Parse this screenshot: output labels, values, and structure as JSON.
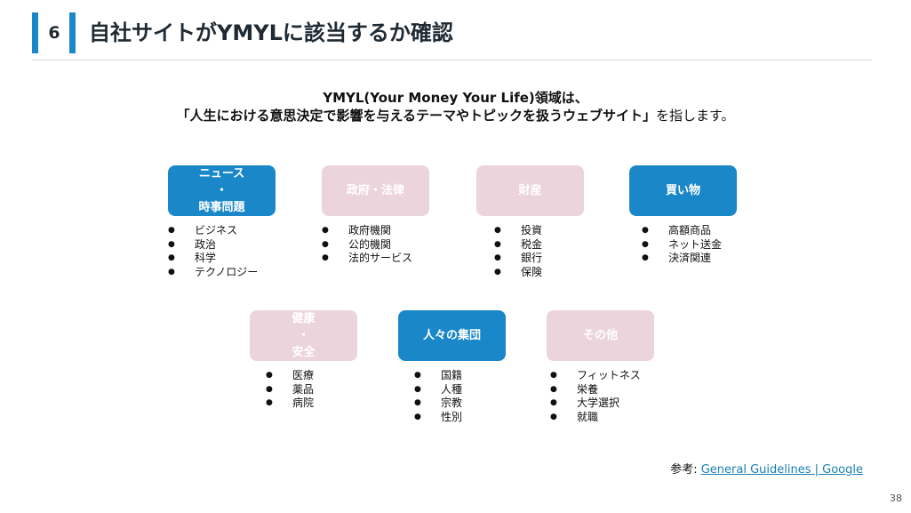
{
  "header": {
    "slide_number": "6",
    "title": "自社サイトがYMYLに該当するか確認"
  },
  "intro": {
    "line1": "YMYL(Your Money Your Life)領域は、",
    "line2_bold": "「人生における意思決定で影響を与えるテーマやトピックを扱うウェブサイト」",
    "line2_rest": "を指します。"
  },
  "categories": [
    {
      "label_lines": [
        "ニュース",
        "・",
        "時事問題"
      ],
      "style": "blue",
      "items": [
        "ビジネス",
        "政治",
        "科学",
        "テクノロジー"
      ]
    },
    {
      "label_lines": [
        "政府・法律"
      ],
      "style": "pink",
      "items": [
        "政府機関",
        "公的機関",
        "法的サービス"
      ]
    },
    {
      "label_lines": [
        "財産"
      ],
      "style": "pink",
      "items": [
        "投資",
        "税金",
        "銀行",
        "保険"
      ]
    },
    {
      "label_lines": [
        "買い物"
      ],
      "style": "blue",
      "items": [
        "高額商品",
        "ネット送金",
        "決済関連"
      ]
    },
    {
      "label_lines": [
        "健康",
        "・",
        "安全"
      ],
      "style": "pink",
      "items": [
        "医療",
        "薬品",
        "病院"
      ]
    },
    {
      "label_lines": [
        "人々の集団"
      ],
      "style": "blue",
      "items": [
        "国籍",
        "人種",
        "宗教",
        "性別"
      ]
    },
    {
      "label_lines": [
        "その他"
      ],
      "style": "pink",
      "items": [
        "フィットネス",
        "栄養",
        "大学選択",
        "就職"
      ]
    }
  ],
  "reference": {
    "prefix": "参考: ",
    "link_text": "General Guidelines | Google"
  },
  "page_number": "38",
  "colors": {
    "accent_blue": "#1a87c9",
    "pink": "#ecd4dd",
    "link": "#1a7fb0"
  }
}
